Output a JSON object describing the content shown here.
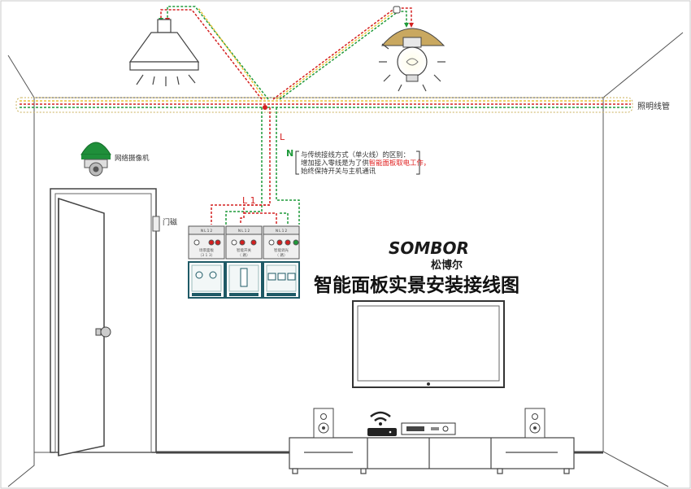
{
  "labels": {
    "conduit": "照明线管",
    "camera": "网络摄像机",
    "door_sensor": "门磁",
    "wire_L1": "L 1",
    "wire_L": "L",
    "wire_N": "N"
  },
  "note": {
    "line1": "与传统接线方式（单火线）的区别：",
    "line2_prefix": "增加接入零线是为了供",
    "line2_highlight": "智能面板取电工作，",
    "line3": "始终保持开关与主机通讯"
  },
  "brand": {
    "logo": "SOMBOR",
    "name_cn": "松博尔"
  },
  "title": "智能面板实景安装接线图",
  "modules": [
    {
      "terminals": "N L 1 2",
      "label_line1": "场景面板",
      "label_line2": "（3 1 3）"
    },
    {
      "terminals": "N L 1 2",
      "label_line1": "智能开关",
      "label_line2": "（ 路）"
    },
    {
      "terminals": "N L 1 2",
      "label_line1": "智能调光",
      "label_line2": "（ 路）"
    }
  ],
  "colors": {
    "live": "#d42020",
    "neutral": "#1f9a3a",
    "conduit_yellow": "#e8c23a",
    "panel_teal": "#1e5a66",
    "highlight": "#e02020",
    "camera_green": "#1f8f3a",
    "lampshade": "#c9a860"
  }
}
